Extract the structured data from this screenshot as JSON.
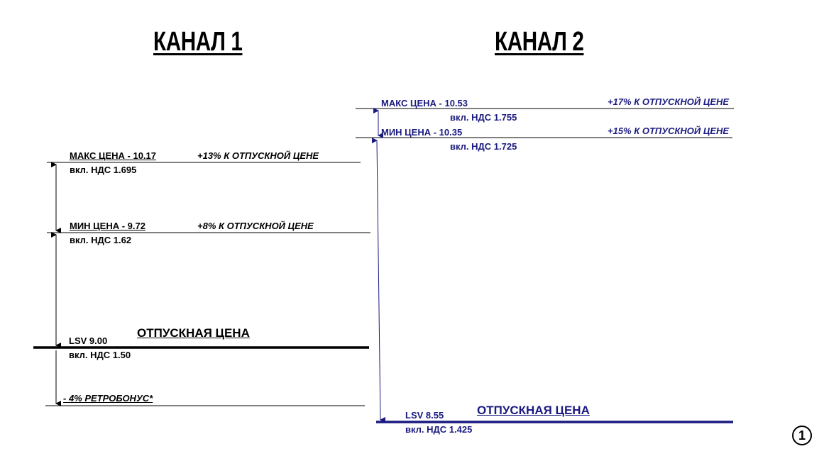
{
  "channel1": {
    "title": "КАНАЛ 1",
    "max_price": "МАКС ЦЕНА - 10.17",
    "max_vat": "вкл. НДС 1.695",
    "max_markup": "+13% К ОТПУСКНОЙ ЦЕНЕ",
    "min_price": "МИН ЦЕНА - 9.72",
    "min_vat": "вкл. НДС 1.62",
    "min_markup": "+8% К ОТПУСКНОЙ ЦЕНЕ",
    "release_price_label": "ОТПУСКНАЯ ЦЕНА",
    "lsv": "LSV 9.00",
    "lsv_vat": "вкл. НДС 1.50",
    "retrobonus": "- 4% РЕТРОБОНУС*"
  },
  "channel2": {
    "title": "КАНАЛ 2",
    "max_price": "МАКС ЦЕНА - 10.53",
    "max_vat": "вкл. НДС 1.755",
    "max_markup": "+17% К ОТПУСКНОЙ ЦЕНЕ",
    "min_price": "МИН ЦЕНА - 10.35",
    "min_vat": "вкл. НДС 1.725",
    "min_markup": "+15% К ОТПУСКНОЙ ЦЕНЕ",
    "release_price_label": "ОТПУСКНАЯ ЦЕНА",
    "lsv": "LSV 8.55",
    "lsv_vat": "вкл. НДС 1.425"
  },
  "page_badge": "1",
  "colors": {
    "channel1": "#000000",
    "channel2": "#1a1a80"
  }
}
